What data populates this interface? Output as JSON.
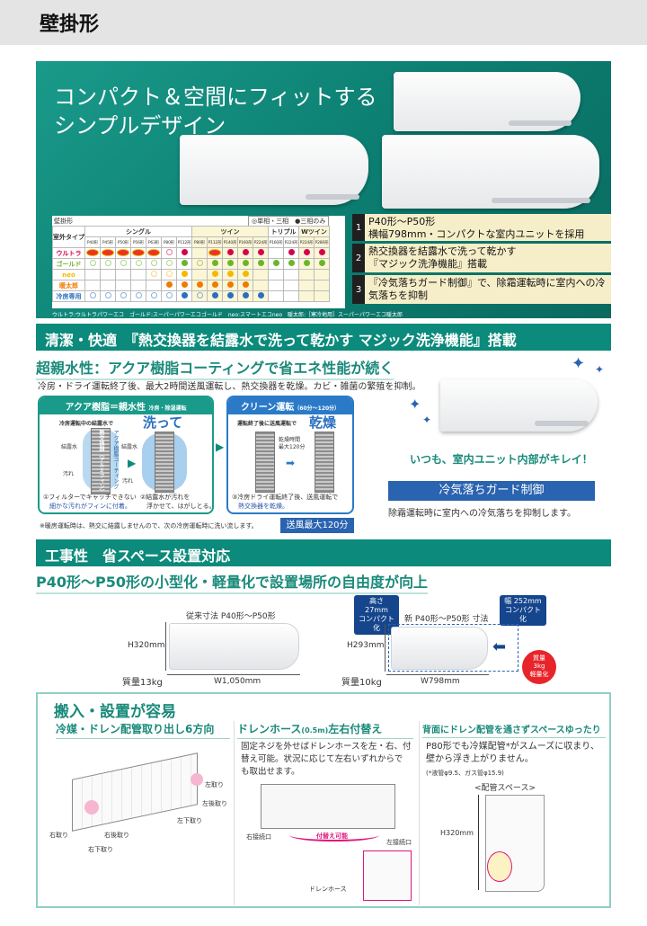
{
  "page_title": "壁掛形",
  "hero": {
    "headline": [
      "コンパクト＆空間にフィットする",
      "シンプルデザイン"
    ],
    "table": {
      "title": "壁掛形",
      "legend": "◎単相・三相　●三相のみ",
      "row_header_label": "室外タイプ",
      "groups": [
        {
          "label": "シングル",
          "cols": [
            "P40形",
            "P45形",
            "P50形",
            "P56形",
            "P63形",
            "P80形",
            "P112形"
          ]
        },
        {
          "label": "ツイン",
          "cols": [
            "P80形",
            "P112形",
            "P140形",
            "P160形",
            "P224形"
          ]
        },
        {
          "label": "トリプル",
          "cols": [
            "P160形",
            "P224形"
          ]
        },
        {
          "label": "Wツイン",
          "cols": [
            "P224形",
            "P280形"
          ]
        }
      ],
      "symbol_key": {
        "B": "super-badge",
        "o": "single-three-phase",
        "x": "three-phase-only",
        "": "none"
      },
      "rows": [
        {
          "label": "ウルトラ",
          "color": "#d6004c",
          "cells": [
            "B",
            "B",
            "B",
            "B",
            "B",
            "o",
            "x",
            "",
            "B",
            "x",
            "x",
            "x",
            "",
            "x",
            "x",
            "x"
          ]
        },
        {
          "label": "ゴールド",
          "color": "#6bb52a",
          "cells": [
            "o",
            "o",
            "o",
            "o",
            "o",
            "o",
            "x",
            "o",
            "x",
            "x",
            "x",
            "x",
            "x",
            "x",
            "x",
            "x"
          ]
        },
        {
          "label": "neo",
          "color": "#f5b800",
          "cells": [
            "",
            "",
            "",
            "",
            "o",
            "o",
            "x",
            "",
            "x",
            "x",
            "x",
            "",
            "",
            "",
            "",
            ""
          ]
        },
        {
          "label": "暖太郎",
          "color": "#ee7a00",
          "cells": [
            "",
            "",
            "",
            "",
            "",
            "x",
            "x",
            "x",
            "x",
            "x",
            "x",
            "",
            "",
            "",
            "",
            ""
          ]
        },
        {
          "label": "冷房専用",
          "color": "#2a6fc0",
          "cells": [
            "o",
            "o",
            "o",
            "o",
            "o",
            "o",
            "x",
            "o",
            "x",
            "x",
            "x",
            "x",
            "",
            "",
            "",
            ""
          ]
        }
      ],
      "footnote": "ウルトラ:ウルトラパワーエコ　ゴールド:スーパーパワーエコゴールド　neo:スマートエコneo　暖太郎:［寒冷地用］スーパーパワーエコ暖太郎"
    },
    "features": [
      {
        "num": "1",
        "text": [
          "P40形〜P50形",
          "横幅798mm・コンパクトな室内ユニットを採用"
        ]
      },
      {
        "num": "2",
        "text": [
          "熱交換器を結露水で洗って乾かす",
          "『マジック洗浄機能』搭載"
        ]
      },
      {
        "num": "3",
        "text": [
          "『冷気落ちガード制御』で、除霜運転時に室内への冷",
          "気落ちを抑制"
        ]
      }
    ]
  },
  "section1": {
    "bar": "清潔・快適　『熱交換器を結露水で洗って乾かす マジック洗浄機能』搭載",
    "subhead": "超親水性：アクア樹脂コーティングで省エネ性能が続く",
    "body": "冷房・ドライ運転終了後、最大2時間送風運転し、熱交換器を乾燥。カビ・雑菌の繁殖を抑制。",
    "box1": {
      "title": "アクア樹脂＝親水性",
      "title_sub": "冷房・除湿運転",
      "label_top": "冷房運転中の結露水で",
      "wash": "洗って",
      "dew": "結露水",
      "dirt": "汚れ",
      "coil_label": "熱交換器（アルミフィン）",
      "coat_label": "アクア樹脂コーティング",
      "cap1": [
        "①フィルターでキャッチできない",
        "細かな汚れがフィンに付着。"
      ],
      "cap2": [
        "②結露水が汚れを",
        "浮かせて、はがしとる。"
      ]
    },
    "box2": {
      "title": "クリーン運転",
      "title_sub": "（60分〜120分）",
      "label_top": "運転終了後に送風運転で",
      "dry": "乾燥",
      "dry_time": [
        "乾燥時間",
        "最大120分"
      ],
      "cap3": [
        "③冷房ドライ運転終了後、送風運転で",
        "熱交換器を乾燥。"
      ]
    },
    "note": "※暖房運転時は、熱交に結露しませんので、次の冷房運転時に洗い流します。",
    "note_badge": "送風最大120分",
    "clean_text": "いつも、室内ユニット内部がキレイ！",
    "guard_bar": "冷気落ちガード制御",
    "guard_text": "除霜運転時に室内への冷気落ちを抑制します。"
  },
  "section2": {
    "bar": "工事性　省スペース設置対応",
    "subhead": "P40形〜P50形の小型化・軽量化で設置場所の自由度が向上",
    "old": {
      "title": "従来寸法 P40形〜P50形",
      "height": "H320mm",
      "width": "W1,050mm",
      "mass": "質量13kg"
    },
    "new": {
      "title": "新 P40形〜P50形 寸法",
      "height": "H293mm",
      "width": "W798mm",
      "mass": "質量10kg",
      "callout_h": [
        "高さ 27mm",
        "コンパクト化"
      ],
      "callout_w": [
        "幅 252mm",
        "コンパクト化"
      ],
      "weight_badge": [
        "質量",
        "3kg",
        "軽量化"
      ]
    }
  },
  "section3": {
    "title": "搬入・設置が容易",
    "col1": {
      "title": "冷媒・ドレン配管取り出し6方向",
      "labels": [
        "左取り",
        "左後取り",
        "左下取り",
        "右取り",
        "右後取り",
        "右下取り"
      ]
    },
    "col2": {
      "title": "ドレンホース",
      "title_small": "(0.5m)",
      "title_end": "左右付替え",
      "body": [
        "固定ネジを外せばドレンホースを左・右、付",
        "替え可能。状況に応じて左右いずれからで",
        "も取出せます。"
      ],
      "left_port": "右接続口",
      "right_port": "左接続口",
      "swap": "付替え可能",
      "hose": "ドレンホース"
    },
    "col3": {
      "title": "背面にドレン配管を通さずスペースゆったり",
      "body": [
        "P80形でも冷媒配管*がスムーズに収まり、",
        "壁から浮き上がりません。"
      ],
      "note": "(*液管φ9.5、ガス管φ15.9)",
      "space_label": "<配管スペース>",
      "height": "H320mm"
    }
  }
}
